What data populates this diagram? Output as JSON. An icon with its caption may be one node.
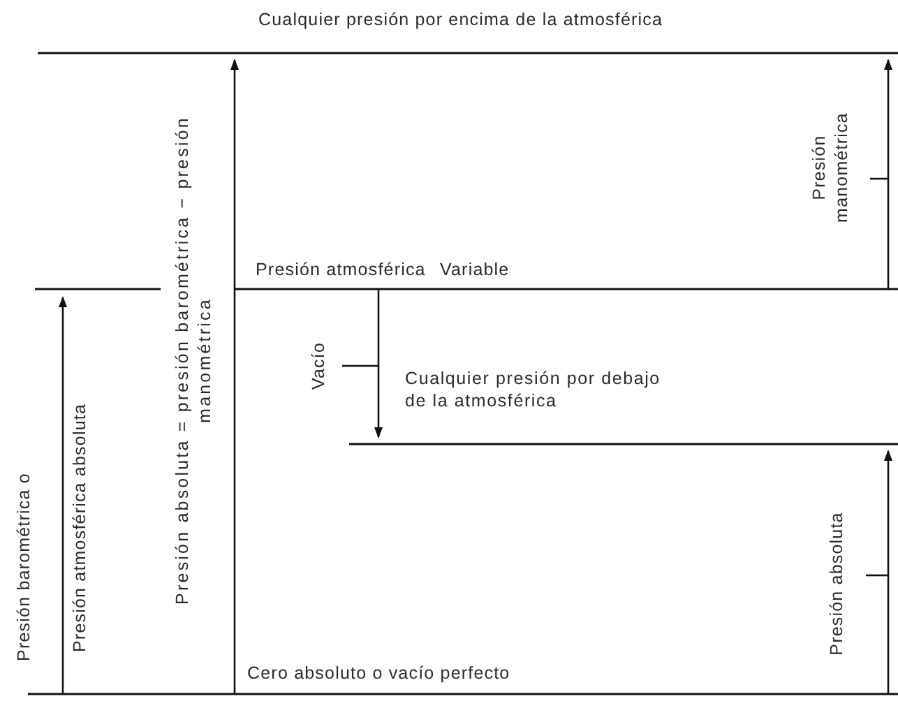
{
  "diagram": {
    "title": "Cualquier presión por encima de la atmosférica",
    "labels": [
      "Presión manométrica",
      "Presión atmosférica",
      "Variable",
      "Vacío",
      "Cualquier presión por debajo de la atmosférica",
      "Presión barométrica o",
      "Presión atmosférica absoluta",
      "Presión absoluta = presión barométrica − presión manométrica",
      "Presión absoluta",
      "Cero absoluto o vacío perfecto"
    ]
  }
}
